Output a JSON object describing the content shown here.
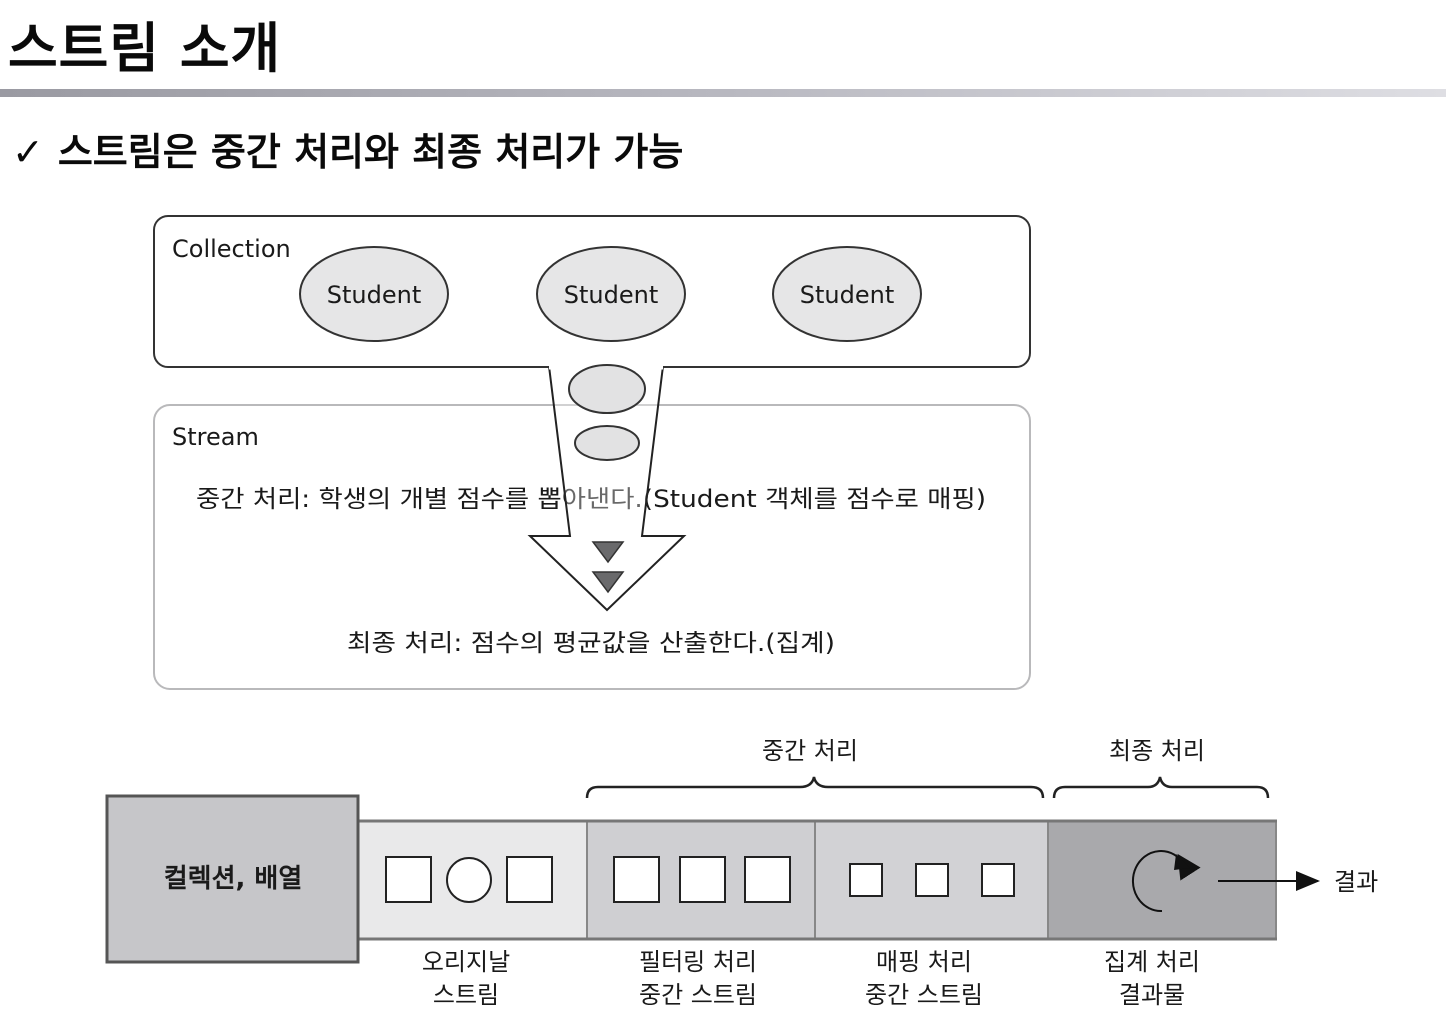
{
  "slide": {
    "title": "스트림 소개",
    "bullet_check": "✓",
    "bullet_text": "스트림은 중간 처리와 최종 처리가 가능"
  },
  "top_diagram": {
    "collection_label": "Collection",
    "students": [
      "Student",
      "Student",
      "Student"
    ],
    "stream_label": "Stream",
    "intermediate_text": "중간 처리: 학생의 개별 점수를 뽑아낸다.(Student 객체를 점수로 매핑)",
    "final_text": "최종 처리: 점수의 평균값을 산출한다.(집계)"
  },
  "pipeline": {
    "intermediate_header": "중간 처리",
    "final_header": "최종 처리",
    "source_label": "컬렉션, 배열",
    "result_label": "결과",
    "stages": [
      {
        "line1": "오리지날",
        "line2": "스트림"
      },
      {
        "line1": "필터링 처리",
        "line2": "중간 스트림"
      },
      {
        "line1": "매핑 처리",
        "line2": "중간 스트림"
      },
      {
        "line1": "집계 처리",
        "line2": "결과물"
      }
    ],
    "colors": {
      "source": "#c6c6c9",
      "original": "#e9e9ea",
      "filter": "#cfcfd2",
      "map": "#d2d2d5",
      "aggregate": "#a9a9ac"
    }
  }
}
